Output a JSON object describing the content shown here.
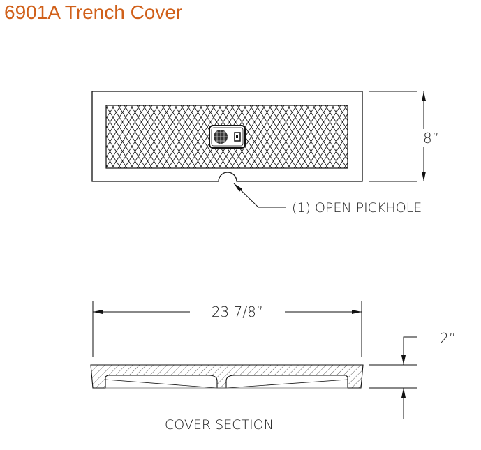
{
  "title": "6901A  Trench Cover",
  "colors": {
    "title": "#d0601a",
    "line": "#111111"
  },
  "top_view": {
    "height_dim": "8”",
    "pickhole_callout": "(1)  OPEN  PICKHOLE"
  },
  "section_view": {
    "width_dim": "23  7/8”",
    "depth_dim": "2”",
    "caption": "COVER  SECTION"
  }
}
